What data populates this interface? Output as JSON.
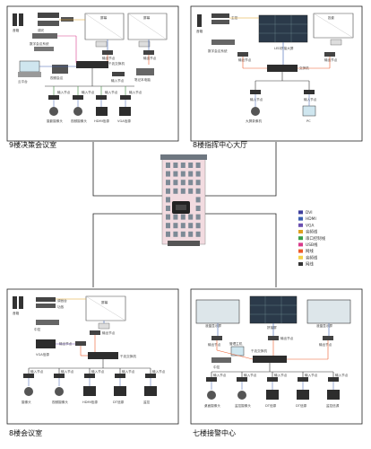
{
  "panels": {
    "top_left": {
      "title": "9楼决策会议室",
      "screen_left": "屏幕",
      "screen_right": "屏幕",
      "label_audio_top": "音箱",
      "label_left_device": "调光",
      "label_center": "主控",
      "label_system": "数字会议系统",
      "label_cabinet": "云平台",
      "label_cam_system": "视频会议",
      "label_switch": "千兆交换机",
      "label_out_node1": "输出节点",
      "label_out_node2": "输出节点",
      "label_pc_node": "输入节点",
      "label_in_nodes": [
        "输入节点",
        "输入节点",
        "输入节点",
        "输入节点"
      ],
      "label_devices": [
        "摄影摄像头",
        "视频摄像头",
        "HDMI信源",
        "VGA信源"
      ],
      "label_right_dev": "笔记本电脑"
    },
    "top_right": {
      "title": "8楼指挥中心大厅",
      "label_wall": "LED拼接大屏",
      "label_screen": "投影",
      "label_cam": "音箱",
      "label_ctrl": "主控",
      "label_node_left": "输出节点",
      "label_node_right": "输出节点",
      "label_switch": "交换机",
      "label_in_left": "输入节点",
      "label_in_right": "输入节点",
      "label_dev_left": "大屏录像机",
      "label_dev_right": "PC",
      "label_system": "数字会议系统"
    },
    "bottom_left": {
      "title": "8楼会议室",
      "screen": "屏幕",
      "label_audio": "音箱",
      "label_mixer": "调音台",
      "label_amp": "功放",
      "label_ctrl": "中控",
      "label_vga": "VGA信源",
      "label_switch": "千兆交换机",
      "label_node_top": "输出节点",
      "label_node_mid": "输出节点",
      "label_in_nodes": [
        "输入节点",
        "输入节点",
        "输入节点",
        "输入节点",
        "输入节点"
      ],
      "label_devices": [
        "摄像头",
        "视频摄像头",
        "HDMI信源",
        "DT信源",
        "监控"
      ]
    },
    "bottom_right": {
      "title": "七楼接警中心",
      "label_wall": "拼接屏",
      "label_screen_left": "液晶显示屏",
      "label_screen_right": "液晶显示屏",
      "label_node_left": "输出节点",
      "label_node_mid": "输出节点",
      "label_node_right": "输出节点",
      "label_switch": "千兆交换机",
      "label_ctrl": "中控",
      "label_host": "管理主机",
      "label_in_nodes": [
        "输入节点",
        "输入节点",
        "输入节点",
        "输入节点",
        "输入节点"
      ],
      "label_devices": [
        "桌面摄像头",
        "监控摄像头",
        "DT信源",
        "DT信源",
        "监控信源"
      ]
    }
  },
  "legend": [
    {
      "label": "DVI",
      "color": "#3f3f9e"
    },
    {
      "label": "HDMI",
      "color": "#3b5fb0"
    },
    {
      "label": "VGA",
      "color": "#6a4fb0"
    },
    {
      "label": "音频线",
      "color": "#e0a020"
    },
    {
      "label": "串口控制线",
      "color": "#3aa04a"
    },
    {
      "label": "USB线",
      "color": "#d83a8a"
    },
    {
      "label": "网线",
      "color": "#ee5a2a"
    },
    {
      "label": "音频线",
      "color": "#f2d24a"
    },
    {
      "label": "网线",
      "color": "#333333"
    }
  ]
}
